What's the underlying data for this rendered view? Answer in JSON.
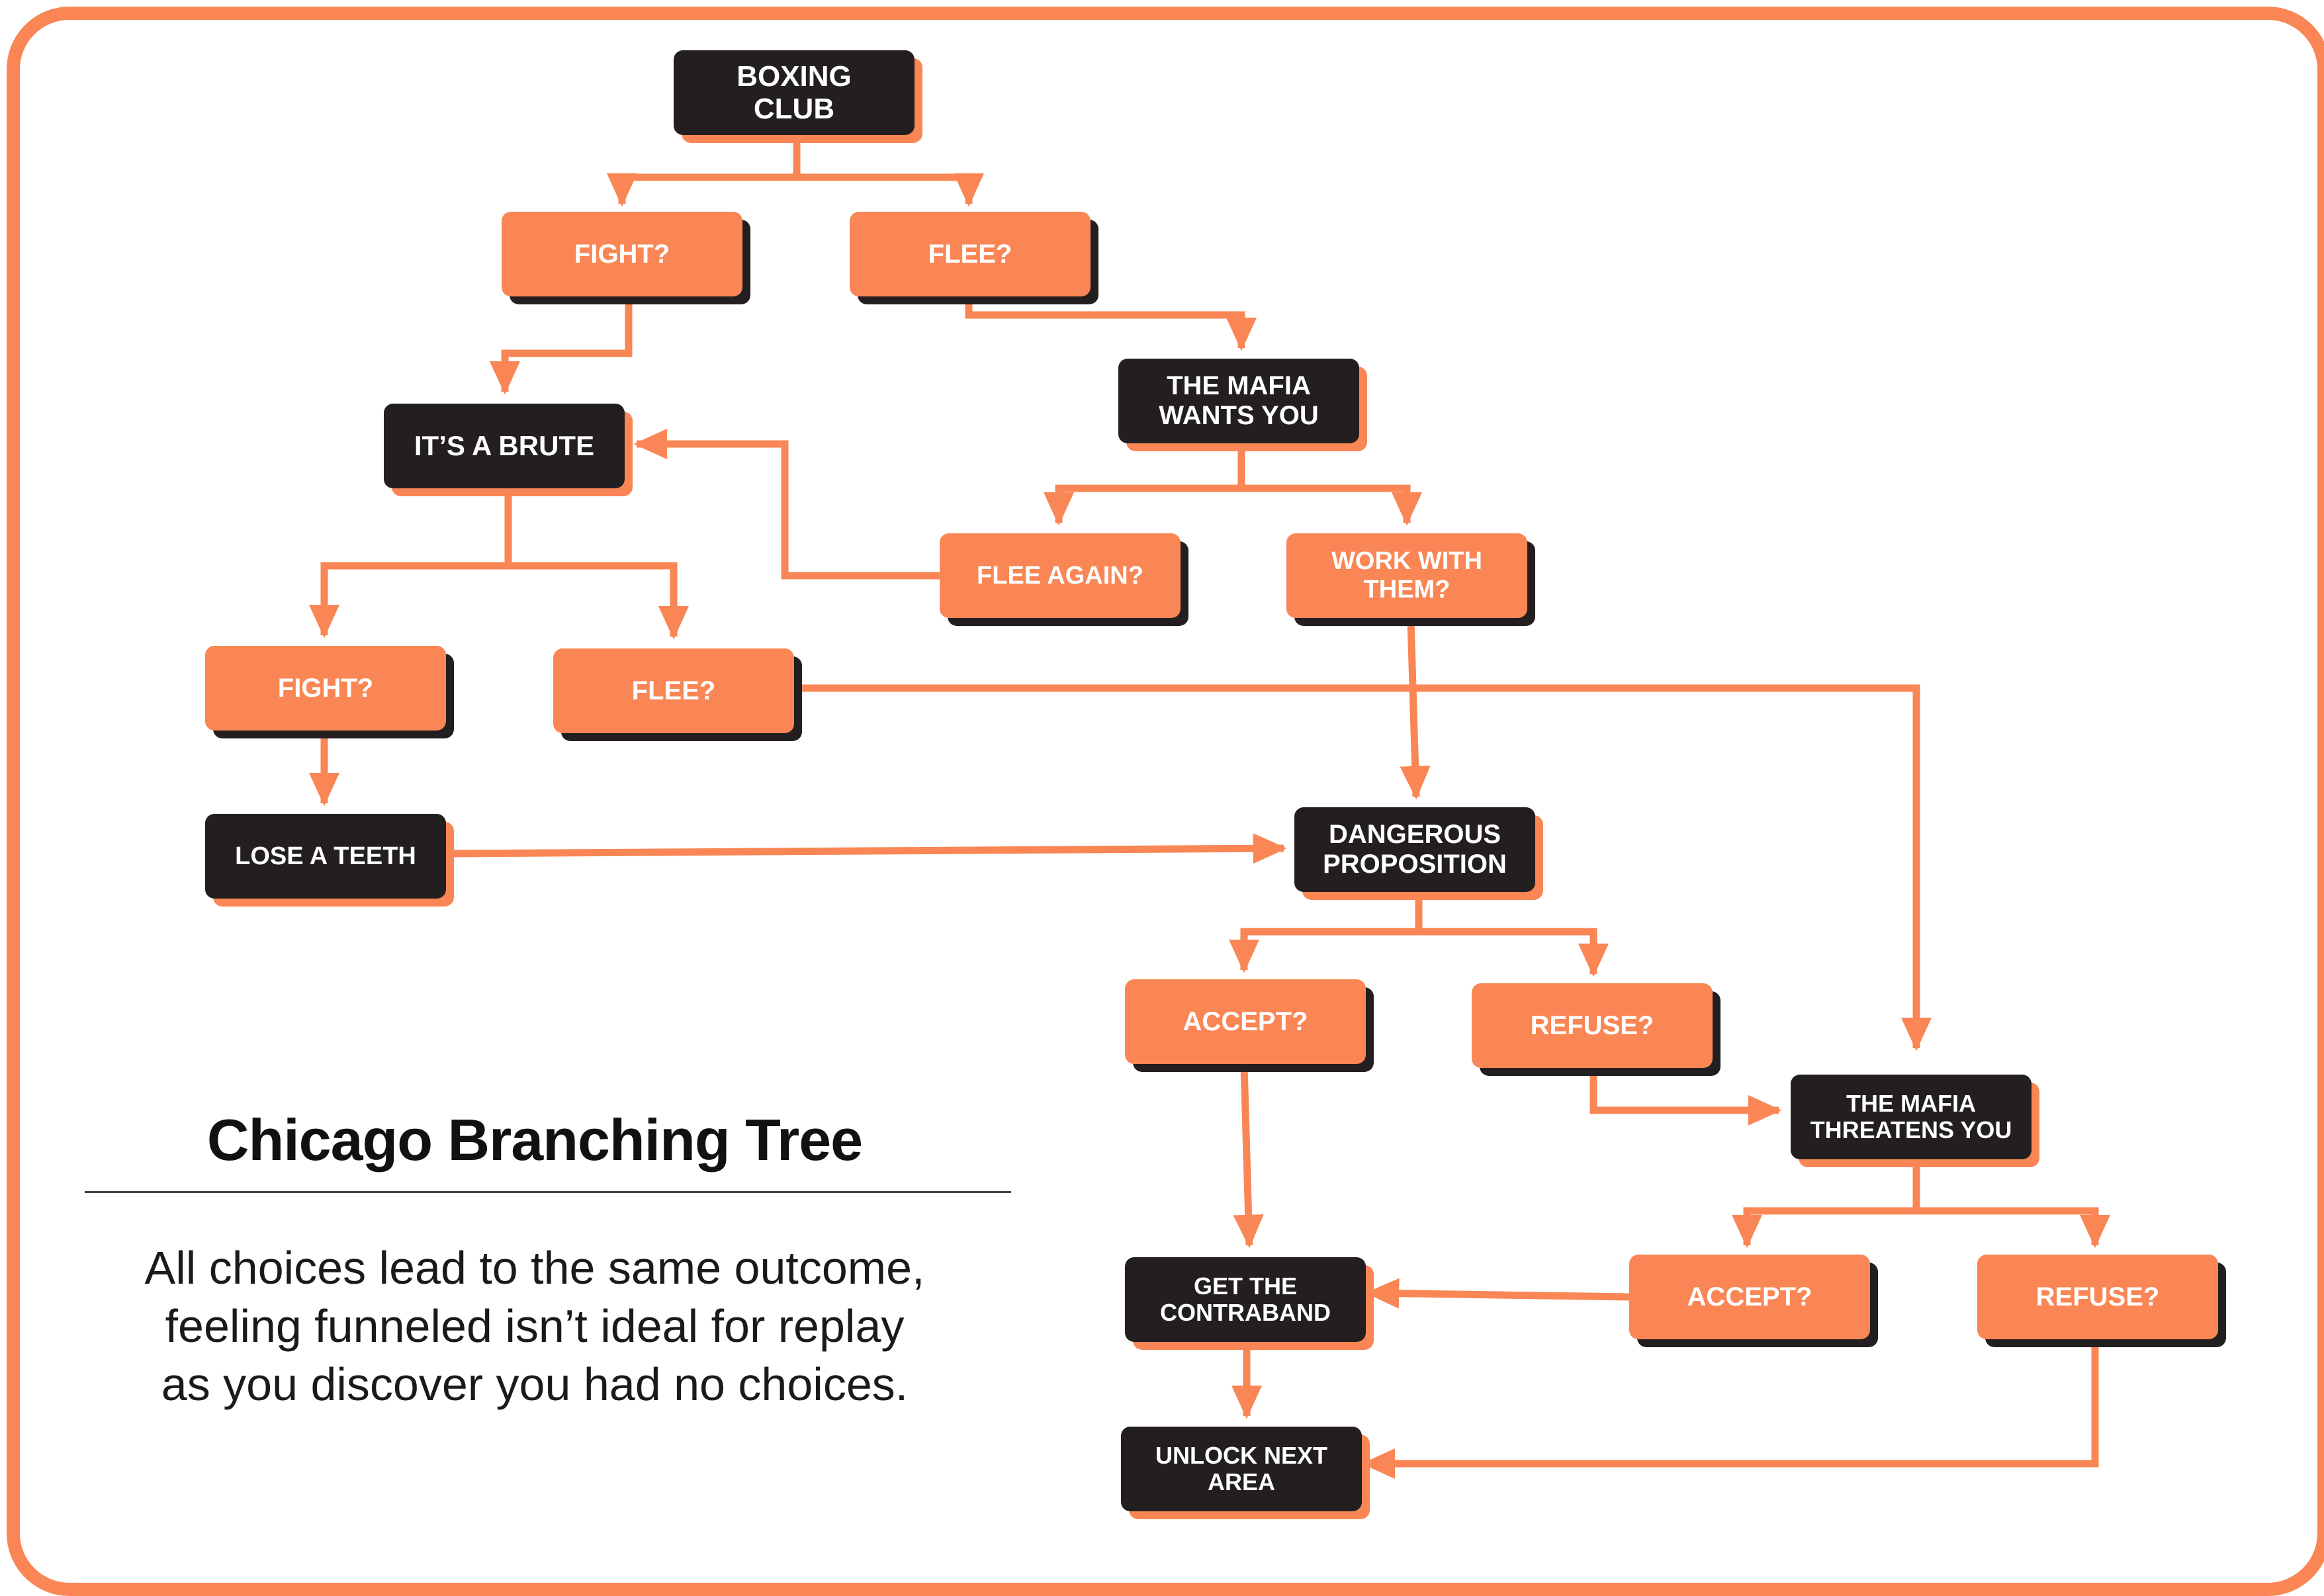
{
  "diagram": {
    "title": "Chicago Branching Tree",
    "description_lines": [
      "All choices lead to the same outcome,",
      "feeling funneled isn’t ideal for replay",
      "as you discover you had no choices."
    ],
    "colors": {
      "accent": "#f98654",
      "dark": "#231f20",
      "text_on_box": "#ffffff"
    },
    "nodes": {
      "boxing_club": "BOXING\nCLUB",
      "fight_1": "FIGHT?",
      "flee_1": "FLEE?",
      "mafia_wants_you": "THE MAFIA\nWANTS YOU",
      "its_a_brute": "IT’S A BRUTE",
      "flee_again": "FLEE AGAIN?",
      "work_with_them": "WORK WITH\nTHEM?",
      "fight_2": "FIGHT?",
      "flee_2": "FLEE?",
      "lose_a_teeth": "LOSE A TEETH",
      "dangerous_proposition": "DANGEROUS\nPROPOSITION",
      "accept_1": "ACCEPT?",
      "refuse_1": "REFUSE?",
      "mafia_threatens_you": "THE MAFIA\nTHREATENS YOU",
      "get_the_contraband": "GET THE\nCONTRABAND",
      "accept_2": "ACCEPT?",
      "refuse_2": "REFUSE?",
      "unlock_next_area": "UNLOCK NEXT\nAREA"
    }
  }
}
